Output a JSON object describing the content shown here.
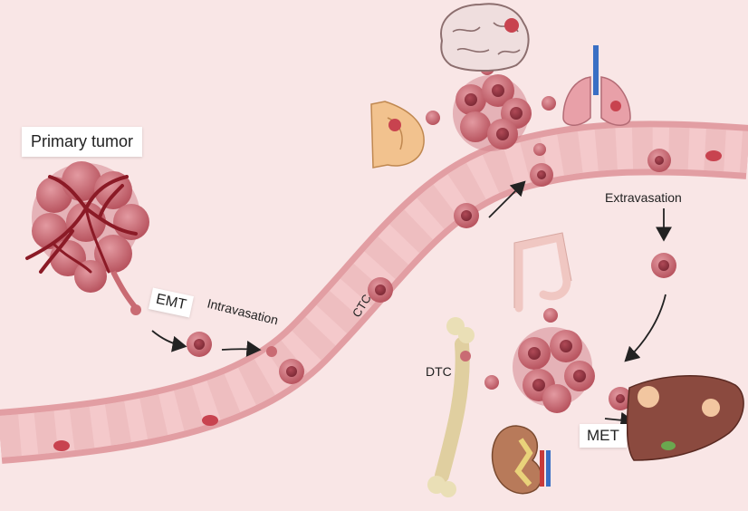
{
  "labels": {
    "primary_tumor": "Primary tumor",
    "emt": "EMT",
    "intravasation": "Intravasation",
    "ctc": "CTC",
    "dtc": "DTC",
    "extravasation": "Extravasation",
    "met": "MET"
  },
  "colors": {
    "background": "#f9e6e6",
    "vessel_wall": "#e8a6a6",
    "vessel_lumen": "#f5cccc",
    "tumor_cell": "#c96b73",
    "tumor_nucleus": "#9a3b47",
    "blood_vessel_tree": "#8b1a26",
    "organ_liver": "#8b4a3f",
    "organ_lung": "#e8a0a8",
    "bone": "#e0cfa0"
  },
  "icons": [
    "brain-icon",
    "lung-icon",
    "breast-icon",
    "colon-icon",
    "bone-icon",
    "kidney-icon",
    "liver-icon",
    "tumor-icon"
  ]
}
